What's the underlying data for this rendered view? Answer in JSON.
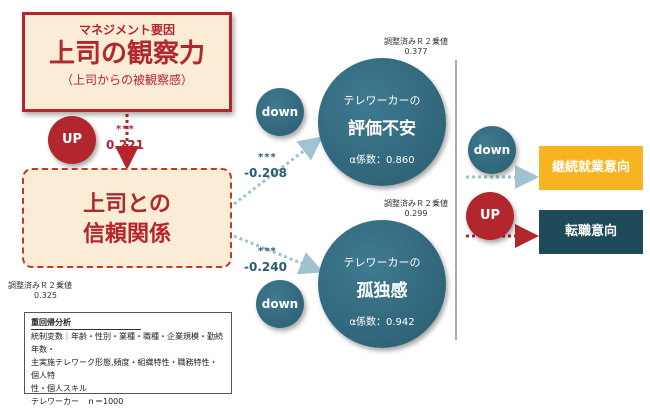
{
  "nodes": {
    "observe": {
      "sub": "マネジメント要因",
      "main": "上司の観察力",
      "paren": "（上司からの被観察感）"
    },
    "trust": {
      "line1": "上司との",
      "line2": "信頼関係"
    },
    "eval": {
      "line1": "テレワーカーの",
      "line2": "評価不安",
      "alpha": "α係数：0.860"
    },
    "isolation": {
      "line1": "テレワーカーの",
      "line2": "孤独感",
      "alpha": "α係数：0.942"
    },
    "retention": {
      "label": "継続就業意向"
    },
    "turnover": {
      "label": "転職意向"
    }
  },
  "badges": {
    "up_observe": "UP",
    "down_eval": "down",
    "down_isolation": "down",
    "down_retention": "down",
    "up_turnover": "UP"
  },
  "paths": {
    "observe_trust": {
      "stars": "***",
      "coef": "0.221"
    },
    "trust_eval": {
      "stars": "***",
      "coef": "-0.208"
    },
    "trust_isolation": {
      "stars": "***",
      "coef": "-0.240"
    }
  },
  "r2": {
    "eval": {
      "label": "調整済みＲ２乗値",
      "value": "0.377"
    },
    "isolation": {
      "label": "調整済みＲ２乗値",
      "value": "0.299"
    },
    "trust": {
      "label": "調整済みＲ２乗値",
      "value": "0.325"
    }
  },
  "note": {
    "title": "重回帰分析",
    "line1": "統制変数｜年齢・性別・業種・職種・企業規模・勤続年数・",
    "line2": "主実施テレワーク形態,頻度・組織特性・職務特性・個人特",
    "line3": "性・個人スキル",
    "line4": "テレワーカー　ｎ＝1000"
  },
  "colors": {
    "red": "#b3262d",
    "teal": "#2a5c70",
    "yellow": "#f8b420",
    "navy": "#1f4a59",
    "cream": "#fbecd6"
  }
}
